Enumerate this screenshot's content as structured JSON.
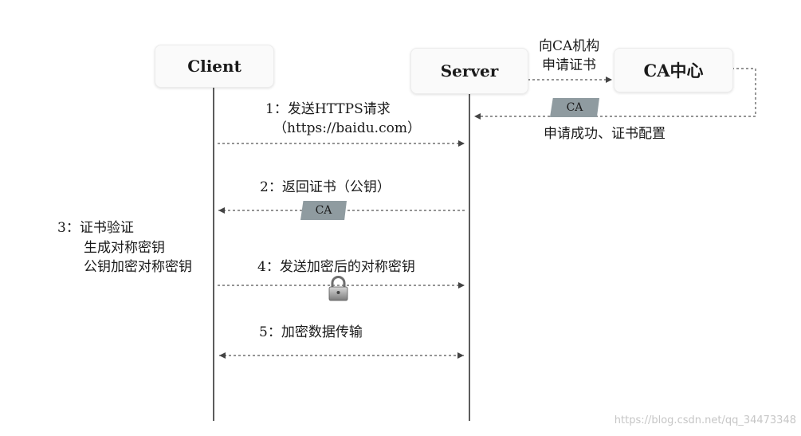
{
  "nodes": {
    "client": "Client",
    "server": "Server",
    "ca_center": "CA中心"
  },
  "steps": {
    "step1_line1": "1：发送HTTPS请求",
    "step1_line2": "（https://baidu.com）",
    "step2": "2：返回证书（公钥）",
    "step3_line1": "3：证书验证",
    "step3_line2": "生成对称密钥",
    "step3_line3": "公钥加密对称密钥",
    "step4": "4：发送加密后的对称密钥",
    "step5": "5：加密数据传输"
  },
  "ca_flow": {
    "request_line1": "向CA机构",
    "request_line2": "申请证书",
    "success": "申请成功、证书配置"
  },
  "tags": {
    "ca_top": "CA",
    "ca_mid": "CA"
  },
  "icons": {
    "lock": "lock-icon"
  },
  "watermark": "https://blog.csdn.net/qq_34473348"
}
